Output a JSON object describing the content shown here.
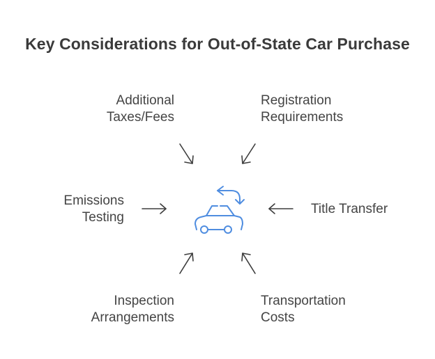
{
  "title": "Key Considerations for Out-of-State Car Purchase",
  "items": {
    "taxes": {
      "lines": [
        "Additional",
        "Taxes/Fees"
      ]
    },
    "registration": {
      "lines": [
        "Registration",
        "Requirements"
      ]
    },
    "emissions": {
      "lines": [
        "Emissions",
        "Testing"
      ]
    },
    "title_transfer": {
      "lines": [
        "Title Transfer"
      ]
    },
    "inspection": {
      "lines": [
        "Inspection",
        "Arrangements"
      ]
    },
    "transport": {
      "lines": [
        "Transportation",
        "Costs"
      ]
    }
  },
  "center_icon": "car-transfer-icon",
  "colors": {
    "icon": "#4f8de0",
    "arrows": "#3d3d3d",
    "text": "#444444"
  }
}
